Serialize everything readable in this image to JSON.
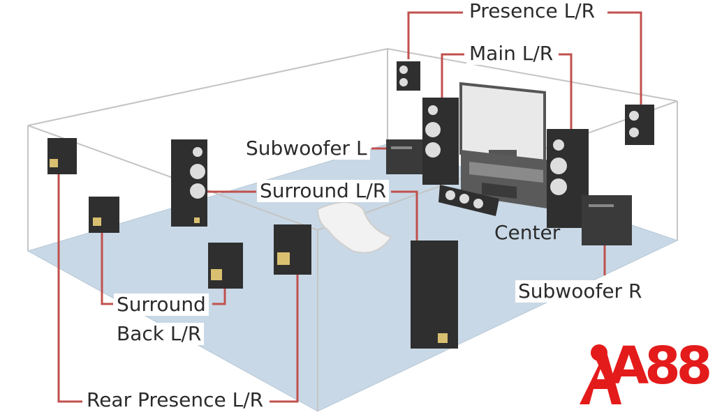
{
  "labels": {
    "presence": "Presence L/R",
    "main": "Main L/R",
    "subwoofer_l": "Subwoofer L",
    "surround": "Surround L/R",
    "center": "Center",
    "subwoofer_r": "Subwoofer R",
    "surround_back_line1": "Surround",
    "surround_back_line2": "Back L/R",
    "rear_presence": "Rear Presence L/R"
  },
  "logo": {
    "text": "A88",
    "color": "#e41b1b"
  },
  "colors": {
    "leader_line": "#c0504d",
    "floor": "#c8d8e6",
    "speaker": "#2f2f2f",
    "wall_line": "#bdbdbd"
  }
}
